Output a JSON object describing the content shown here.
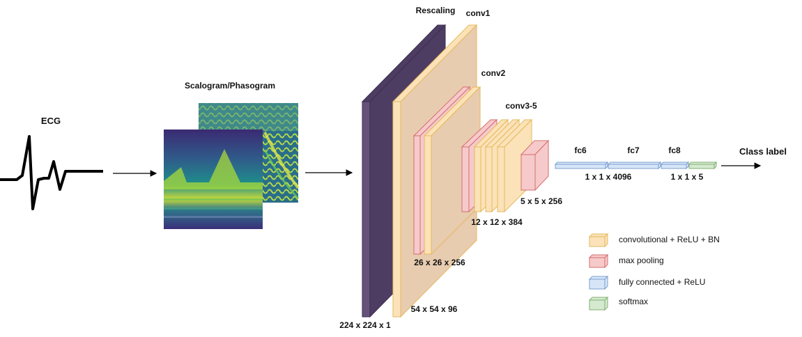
{
  "ecg_label": "ECG",
  "spectrogram_label": "Scalogram/Phasogram",
  "layers": {
    "rescaling": "Rescaling",
    "conv1": "conv1",
    "conv2": "conv2",
    "conv3_5": "conv3-5",
    "fc6": "fc6",
    "fc7": "fc7",
    "fc8": "fc8"
  },
  "dims": {
    "input": "224 x 224 x 1",
    "conv1": "54 x 54 x 96",
    "conv2": "26 x 26 x 256",
    "conv3_5": "12 x 12 x 384",
    "pool": "5 x 5 x 256",
    "fc": "1 x 1 x 4096",
    "softmax": "1 x 1 x 5"
  },
  "output_label": "Class label",
  "legend": [
    {
      "label": "convolutional + ReLU + BN",
      "color": "#fbe2b8",
      "stroke": "#e6b85c"
    },
    {
      "label": "max pooling",
      "color": "#f6caca",
      "stroke": "#d46d6d"
    },
    {
      "label": "fully connected + ReLU",
      "color": "#d6e6f8",
      "stroke": "#7c9fcf"
    },
    {
      "label": "softmax",
      "color": "#d5e9cf",
      "stroke": "#84b073"
    }
  ],
  "colors": {
    "rescaling": "#65517a",
    "conv": "#fbe2b8",
    "conv_body": "#e8ccb0",
    "pool": "#f6caca",
    "fc": "#d6e6f8",
    "softmax": "#d5e9cf"
  }
}
